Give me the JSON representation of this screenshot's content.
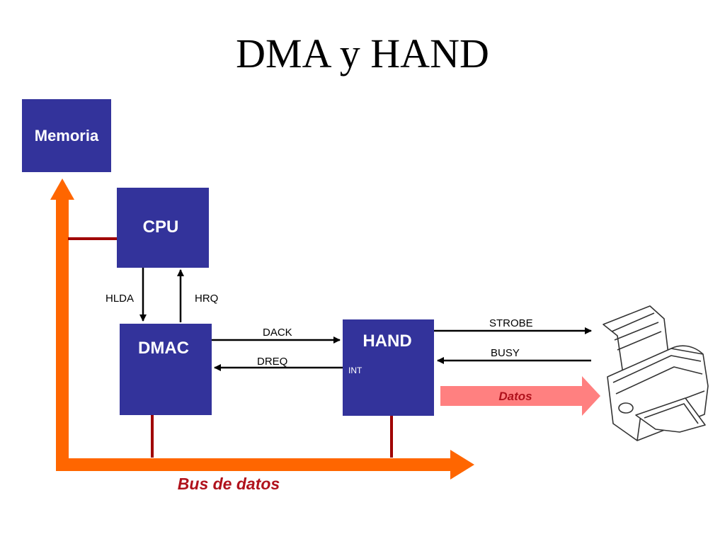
{
  "title": "DMA y HAND",
  "colors": {
    "block": "#33339b",
    "bus_arrow": "#ff6600",
    "bus_tap": "#a00000",
    "data_arrow": "#ff8080",
    "bus_label": "#b0121c"
  },
  "blocks": {
    "memory": "Memoria",
    "cpu": "CPU",
    "dmac": "DMAC",
    "hand": "HAND"
  },
  "signals": {
    "hlda": "HLDA",
    "hrq": "HRQ",
    "dack": "DACK",
    "dreq": "DREQ",
    "int": "INT",
    "strobe": "STROBE",
    "busy": "BUSY"
  },
  "data_arrow_label": "Datos",
  "bus_label": "Bus de datos",
  "icons": {
    "printer": "printer-icon"
  }
}
